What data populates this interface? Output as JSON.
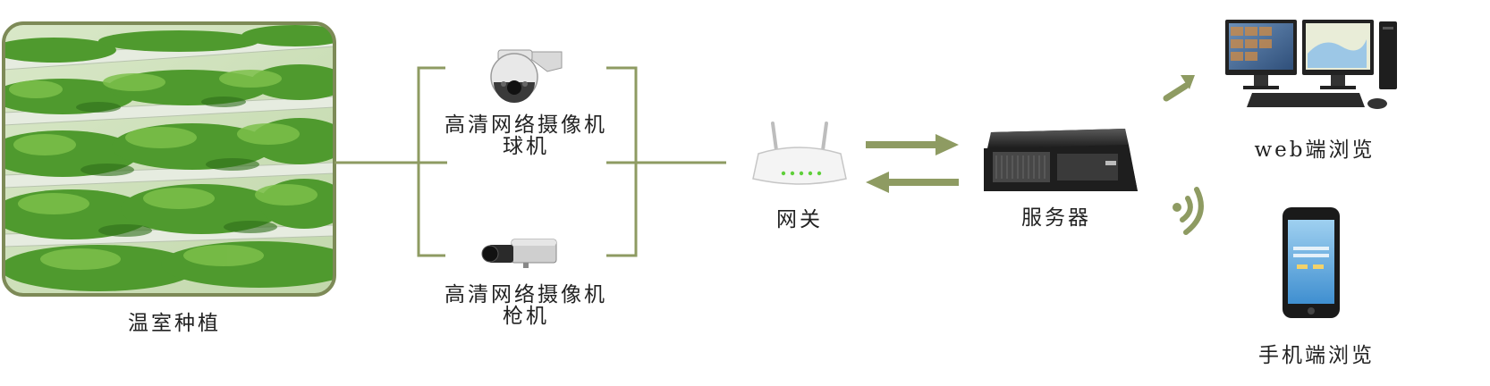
{
  "nodes": {
    "greenhouse": {
      "label": "温室种植"
    },
    "dome_camera": {
      "label_line1": "高清网络摄像机",
      "label_line2": "球机"
    },
    "box_camera": {
      "label_line1": "高清网络摄像机",
      "label_line2": "枪机"
    },
    "gateway": {
      "label": "网关"
    },
    "server": {
      "label": "服务器"
    },
    "web_client": {
      "label": "web端浏览"
    },
    "mobile_client": {
      "label": "手机端浏览"
    }
  },
  "colors": {
    "connector": "#8e9b62",
    "arrow": "#8e9b62",
    "photo_frame": "#7d8a57"
  }
}
